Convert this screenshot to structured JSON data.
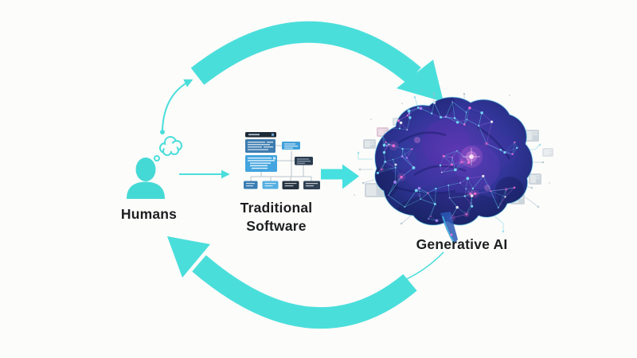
{
  "diagram": {
    "type": "cycle-diagram",
    "background_color": "#fcfcfa",
    "accent_color": "#4ADEDB",
    "text_color": "#1d1e20",
    "nodes": [
      {
        "id": "humans",
        "label": "Humans",
        "icon": "person-icon"
      },
      {
        "id": "traditional-software",
        "label": "Traditional Software",
        "icon": "flowchart-graphic"
      },
      {
        "id": "generative-ai",
        "label": "Generative AI",
        "icon": "brain-graphic"
      }
    ],
    "connectors": [
      {
        "id": "cycle-arrow-top",
        "style": "thick-arc-clockwise"
      },
      {
        "id": "cycle-arrow-bottom",
        "style": "thick-arc-counterclockwise"
      },
      {
        "id": "human-thought-to-cycle-arrow",
        "style": "thin-curved-arrow"
      },
      {
        "id": "human-to-software-arrow",
        "style": "thin-straight-arrow"
      },
      {
        "id": "software-to-ai-arrow",
        "style": "thick-block-arrow"
      },
      {
        "id": "ai-to-cycle-connector",
        "style": "thin-curve"
      }
    ],
    "icons": [
      "person-icon",
      "thought-bubble-icon",
      "flowchart-graphic",
      "brain-graphic",
      "circuit-chip-icon"
    ],
    "colors": {
      "person": "#45D9D6",
      "flowchart_dark": "#24313F",
      "flowchart_blue": "#3D7CB0",
      "flowchart_light_blue": "#4FA9DF",
      "brain_blue": "#233B8F",
      "brain_purple": "#6B3FB5",
      "brain_pink": "#FF5FD2",
      "brain_cyan": "#5FE0F0"
    }
  }
}
